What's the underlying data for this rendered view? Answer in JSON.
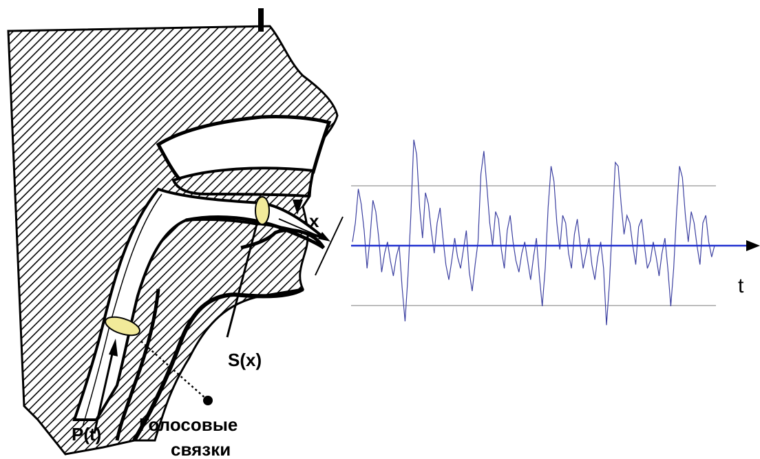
{
  "labels": {
    "x_label": "x",
    "t_label": "t",
    "area_label": "S(x)",
    "pressure_label": "P(t)",
    "vocal_cords_line1": "Голосовые",
    "vocal_cords_line2": "связки"
  },
  "colors": {
    "ink": "#000000",
    "hatch": "#000000",
    "vocal_fold_fill": "#f2ea9a",
    "signal": "#3b3fa0",
    "baseline": "#1f2fd0",
    "threshold_lines": "#bdbdbd"
  },
  "signal": {
    "description_free": true,
    "values": [
      0.05,
      0.3,
      0.75,
      0.55,
      0.2,
      -0.3,
      0.1,
      0.6,
      0.45,
      0.1,
      -0.35,
      -0.1,
      0.05,
      -0.2,
      -0.4,
      -0.15,
      0.0,
      -0.55,
      -1.0,
      -0.4,
      0.4,
      1.4,
      1.2,
      0.5,
      0.1,
      0.7,
      0.55,
      0.2,
      -0.1,
      0.3,
      0.5,
      0.1,
      -0.25,
      -0.45,
      -0.2,
      0.1,
      -0.15,
      -0.3,
      -0.05,
      0.2,
      -0.35,
      -0.6,
      -0.25,
      0.05,
      0.95,
      1.25,
      0.8,
      0.3,
      0.0,
      0.45,
      0.35,
      -0.05,
      -0.3,
      0.2,
      0.4,
      0.05,
      -0.2,
      -0.35,
      -0.1,
      0.05,
      -0.2,
      -0.45,
      -0.15,
      0.1,
      -0.4,
      -0.8,
      -0.3,
      0.5,
      1.05,
      0.85,
      0.3,
      -0.05,
      0.4,
      0.3,
      -0.1,
      -0.3,
      0.15,
      0.35,
      0.0,
      -0.3,
      -0.1,
      0.1,
      -0.25,
      -0.45,
      -0.15,
      0.05,
      -0.3,
      -1.05,
      -0.5,
      0.3,
      1.1,
      1.05,
      0.55,
      0.15,
      0.4,
      0.3,
      0.0,
      -0.25,
      0.25,
      0.35,
      0.0,
      -0.3,
      -0.2,
      0.05,
      -0.15,
      -0.4,
      -0.1,
      0.1,
      -0.3,
      -0.8,
      -0.3,
      0.45,
      1.05,
      0.9,
      0.4,
      0.05,
      0.45,
      0.3,
      0.0,
      -0.25,
      0.3,
      0.4,
      0.05,
      -0.15,
      0.0
    ]
  }
}
